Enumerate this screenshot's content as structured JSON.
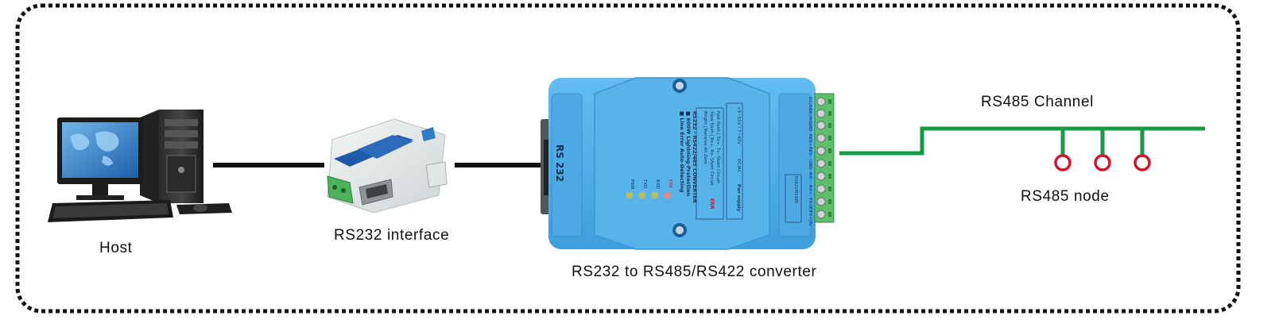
{
  "labels": {
    "host": "Host",
    "rs232_interface": "RS232 interface",
    "converter": "RS232 to RS485/RS422 converter",
    "rs485_channel": "RS485 Channel",
    "rs485_node": "RS485 node"
  },
  "converter_panel": {
    "port_label": "RS 232",
    "title": "RS232 - RS422/485 CONVERTER",
    "feature1": "■ 600W Lightning-Protection",
    "feature2": "■ Line Error Auto-Detecting",
    "leds": [
      "PWR",
      "TXD",
      "RXD",
      "ERR"
    ],
    "err_label": "ERR",
    "err_row1": "Fast flash | Tx+, Tx- Short Circuit",
    "err_row2": "Slow flash | Rx+, Rx- Short Circuit",
    "err_row3": "Bright | Receive All Zero",
    "power_label": "Pwr supply",
    "power_type": "DC/AC",
    "power_range": "+9~55V / 7~43V",
    "terminals": [
      "DC/AC+",
      "DC/AC-",
      "GND",
      "RES+",
      "RES-",
      "GND",
      "RX-",
      "RX+",
      "TX-(B)",
      "TX+(A)"
    ],
    "mode_label": "RS422/RS485"
  },
  "colors": {
    "border": "#111111",
    "channel_line": "#1a9a45",
    "node_ring": "#d4142a",
    "converter_body": "#4faee6",
    "terminal_block": "#5cc06a"
  }
}
